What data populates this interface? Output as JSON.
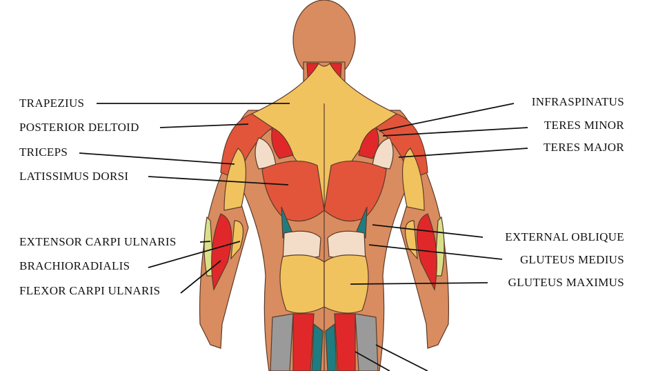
{
  "diagram": {
    "left_labels": [
      "TRAPEZIUS",
      "POSTERIOR DELTOID",
      "TRICEPS",
      "LATISSIMUS DORSI",
      "EXTENSOR CARPI ULNARIS",
      "BRACHIORADIALIS",
      "FLEXOR CARPI ULNARIS"
    ],
    "right_labels": [
      "INFRASPINATUS",
      "TERES MINOR",
      "TERES MAJOR",
      "EXTERNAL OBLIQUE",
      "GLUTEUS MEDIUS",
      "GLUTEUS MAXIMUS"
    ],
    "colors": {
      "skin": "#d98c5f",
      "red": "#e0282b",
      "orange": "#e2553a",
      "yellow": "#f1c35e",
      "pale": "#f3ddc8",
      "teal": "#1f7c80",
      "gray": "#9a9a9a",
      "lime": "#d9e08a"
    }
  }
}
